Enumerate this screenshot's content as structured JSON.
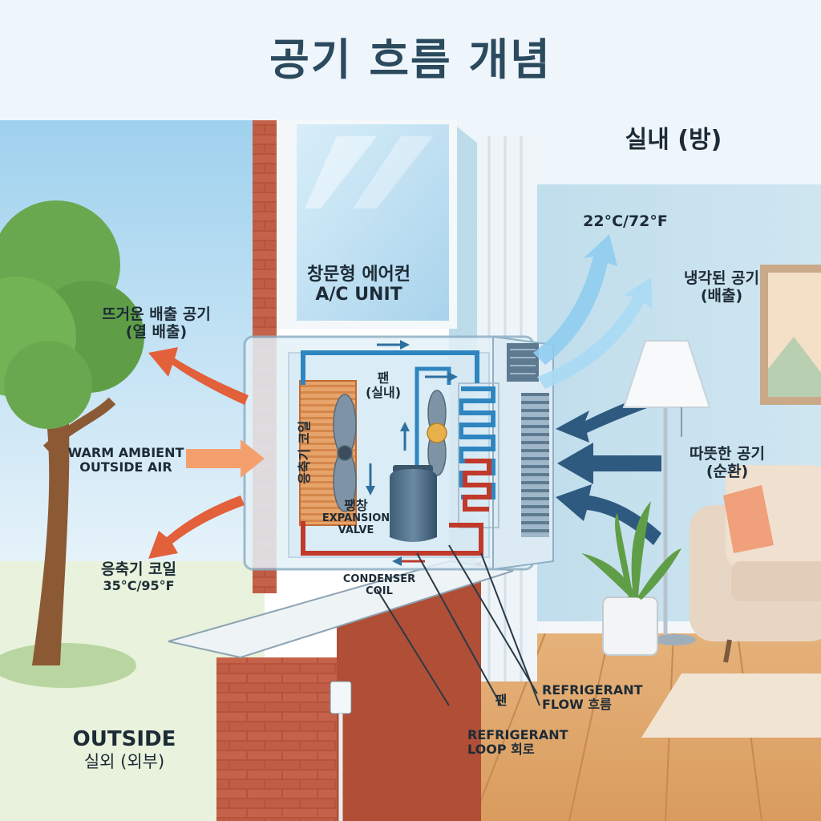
{
  "title": "공기 흐름 개념",
  "room_label": "실내 (방)",
  "unit_label": {
    "line1": "창문형 에어컨",
    "line2": "A/C UNIT"
  },
  "indoor_temp": "22°C/72°F",
  "cooled_air": {
    "line1": "냉각된 공기",
    "line2": "(배출)"
  },
  "warm_air": {
    "line1": "따뜻한 공기",
    "line2": "(순환)"
  },
  "hot_exhaust": {
    "line1": "뜨거운 배출 공기",
    "line2": "(열 배출)"
  },
  "ambient_air": {
    "line1": "WARM AMBIENT",
    "line2": "OUTSIDE AIR"
  },
  "condenser_coil": {
    "line1": "응축기 코일",
    "line2": "35°C/95°F"
  },
  "outside": {
    "line1": "OUTSIDE",
    "line2": "실외 (외부)"
  },
  "fan_indoor": {
    "line1": "팬",
    "line2": "(실내)"
  },
  "coil_vertical": "응축기 코일",
  "expansion": {
    "line1": "팽창",
    "line2": "EXPANSION",
    "line3": "VALVE"
  },
  "condenser_en": {
    "line1": "CONDENSER",
    "line2": "COIL"
  },
  "fan_callout": "팬",
  "refrigerant_flow": {
    "line1": "REFRIGERANT",
    "line2": "FLOW 흐름"
  },
  "refrigerant_loop": {
    "line1": "REFRIGERANT",
    "line2": "LOOP 회로"
  },
  "colors": {
    "hot": "#e2603a",
    "cool": "#7fc4ea",
    "warm_intake": "#2f5a80",
    "refrigerant_hot": "#c0392b",
    "refrigerant_cold": "#2e86c1",
    "brick": "#b5533c"
  }
}
